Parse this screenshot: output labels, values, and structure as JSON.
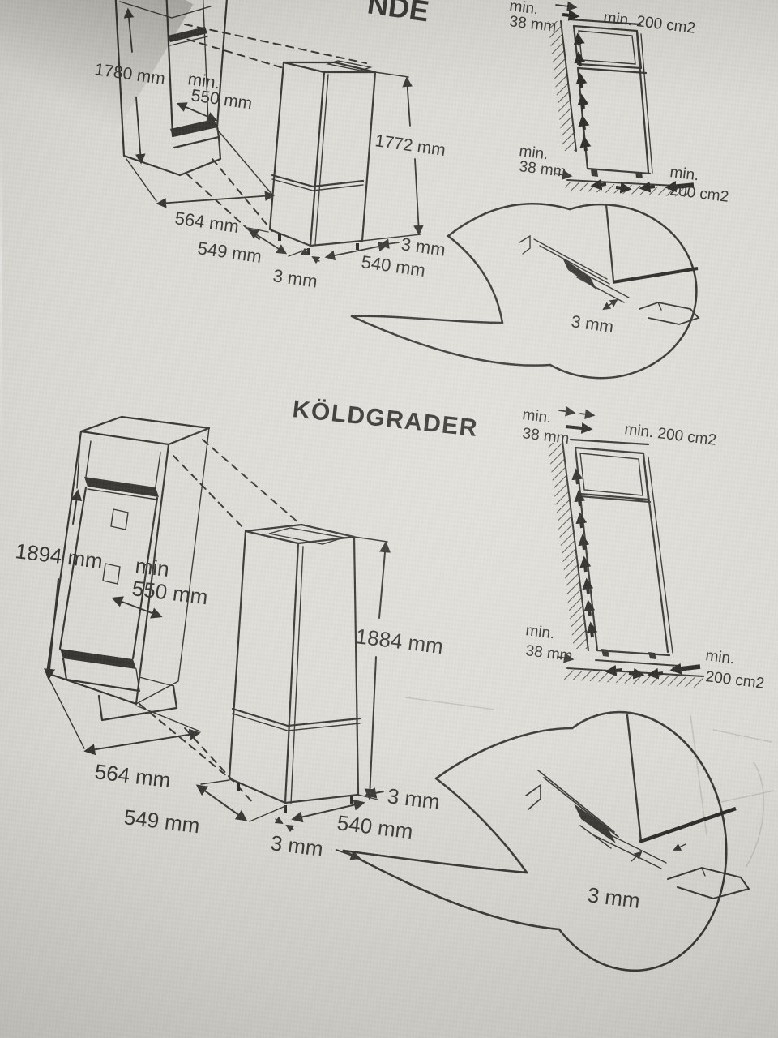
{
  "colors": {
    "paper": "#d8d7d1",
    "ink": "#2b2a26"
  },
  "sections": {
    "top": {
      "title_partial": "NDE",
      "labels": {
        "cab_height": "1780 mm",
        "niche_min_line1": "min.",
        "niche_min_line2": "550 mm",
        "appliance_height": "1772 mm",
        "cab_width": "564 mm",
        "base_depth": "549 mm",
        "side_gap": "3 mm",
        "appliance_width": "540 mm",
        "front_gap": "3 mm",
        "detail_gap": "3 mm"
      },
      "vent": {
        "top_wall_line1": "min.",
        "top_wall_line2": "38 mm",
        "top_area": "min. 200 cm2",
        "bottom_wall_line1": "min.",
        "bottom_wall_line2": "38 mm",
        "bottom_area_line1": "min.",
        "bottom_area_line2": "200 cm2"
      }
    },
    "bottom": {
      "title": "KÖLDGRADER",
      "labels": {
        "cab_height": "1894 mm",
        "niche_min_line1": "min",
        "niche_min_line2": "550 mm",
        "appliance_height": "1884 mm",
        "cab_width": "564 mm",
        "base_depth": "549 mm",
        "side_gap": "3 mm",
        "appliance_width": "540 mm",
        "front_gap": "3 mm",
        "detail_gap": "3 mm"
      },
      "vent": {
        "top_wall_line1": "min.",
        "top_wall_line2": "38 mm",
        "top_area": "min. 200 cm2",
        "bottom_wall_line1": "min.",
        "bottom_wall_line2": "38 mm",
        "bottom_area_line1": "min.",
        "bottom_area_line2": "200 cm2"
      }
    }
  }
}
